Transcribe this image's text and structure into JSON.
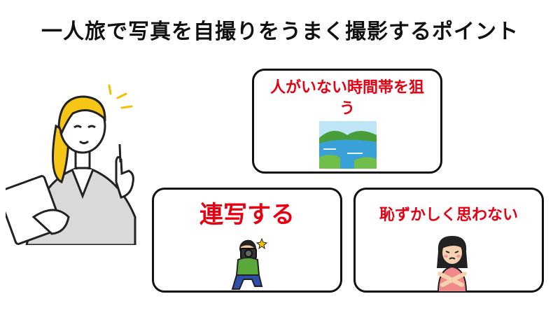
{
  "title": "一人旅で写真を自撮りをうまく撮影するポイント",
  "points": [
    {
      "label": "人がいない時間帯を狙う"
    },
    {
      "label": "連写する"
    },
    {
      "label": "恥ずかしく思わない"
    }
  ],
  "colors": {
    "point_text": "#e60012",
    "border": "#111111",
    "hair": "#f5c518",
    "lake": "#3aa0d8",
    "grass": "#6fbf4a",
    "photographer_shirt": "#5aa83a",
    "girl_shirt": "#f08a8a"
  },
  "icons": [
    "instructor-illustration",
    "lake-landscape-icon",
    "photographer-icon",
    "shy-girl-icon"
  ]
}
